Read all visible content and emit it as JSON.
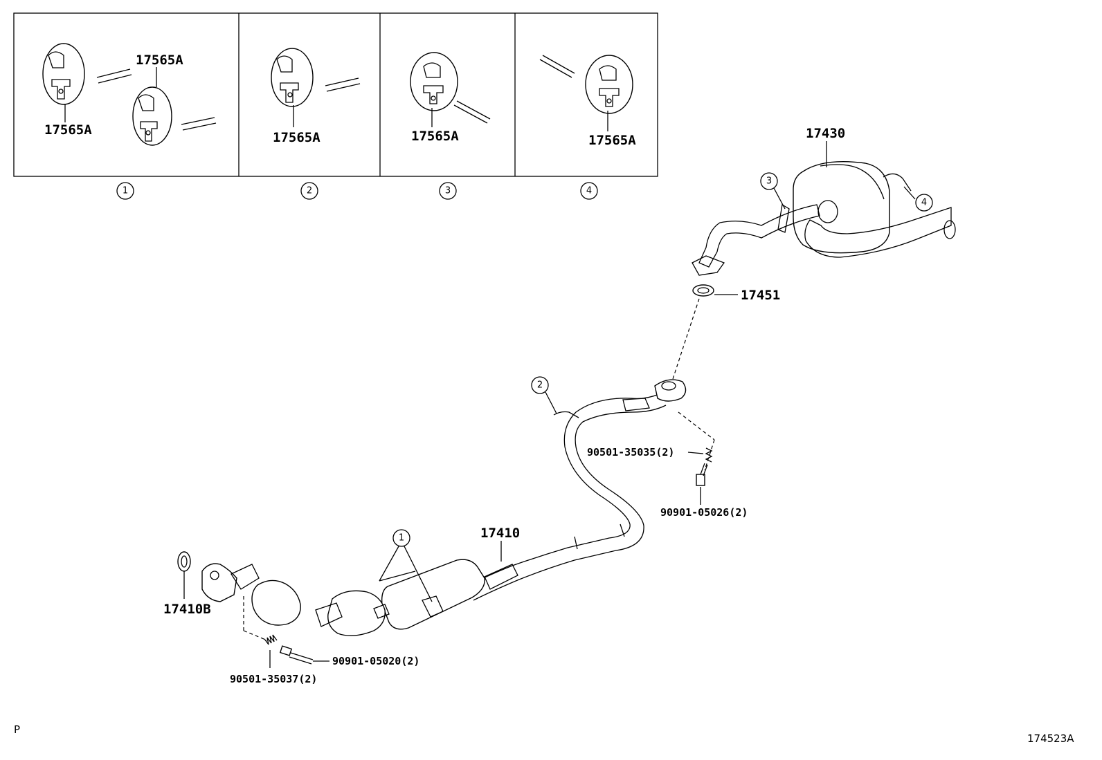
{
  "inset_panels": [
    {
      "id": "1",
      "circle": "1",
      "labels": [
        "17565A",
        "17565A"
      ]
    },
    {
      "id": "2",
      "circle": "2",
      "labels": [
        "17565A"
      ]
    },
    {
      "id": "3",
      "circle": "3",
      "labels": [
        "17565A"
      ]
    },
    {
      "id": "4",
      "circle": "4",
      "labels": [
        "17565A"
      ]
    }
  ],
  "parts": {
    "muffler": "17430",
    "gasket_rear": "17451",
    "bolt_rear": "90901-05026(2)",
    "spring_rear": "90501-35035(2)",
    "front_pipe": "17410",
    "gasket_front": "17410B",
    "bolt_front": "90901-05020(2)",
    "spring_front": "90501-35037(2)"
  },
  "callouts": {
    "hanger_muffler_front": "3",
    "hanger_muffler_rear": "4",
    "hanger_pipe": "2",
    "hanger_converter": "1"
  },
  "footer": {
    "left_mark": "P",
    "diagram_code": "174523A"
  }
}
